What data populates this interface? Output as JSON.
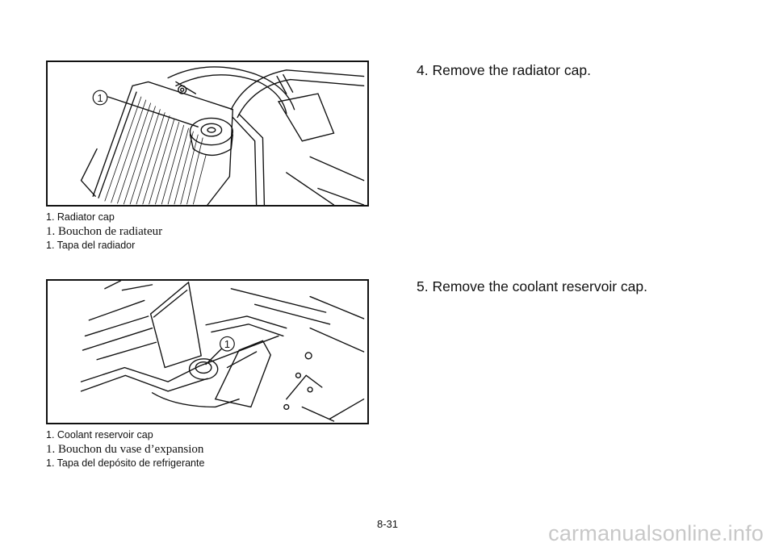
{
  "figures": [
    {
      "callout": "1",
      "captions": {
        "en": "1.  Radiator cap",
        "fr": "1.  Bouchon de radiateur",
        "es": "1.  Tapa del radiador"
      }
    },
    {
      "callout": "1",
      "captions": {
        "en": "1.  Coolant reservoir cap",
        "fr": "1.  Bouchon du vase d’expansion",
        "es": "1.  Tapa del depósito de refrigerante"
      }
    }
  ],
  "steps": [
    "4.   Remove the radiator cap.",
    "5.   Remove the coolant reservoir cap."
  ],
  "page_number": "8-31",
  "watermark": "carmanualsonline.info"
}
